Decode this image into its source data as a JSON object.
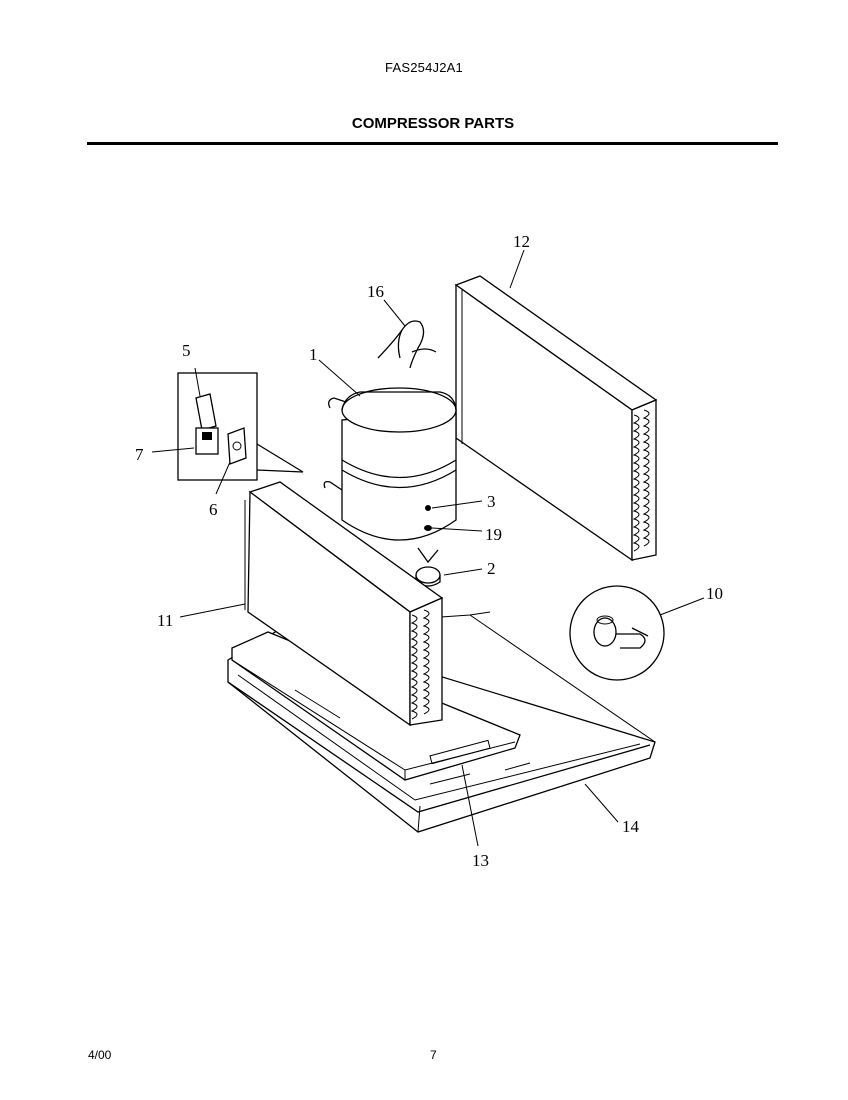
{
  "header": {
    "model": "FAS254J2A1",
    "title": "COMPRESSOR PARTS"
  },
  "callouts": {
    "c1": "1",
    "c2": "2",
    "c3": "3",
    "c5": "5",
    "c6": "6",
    "c7": "7",
    "c10": "10",
    "c11": "11",
    "c12": "12",
    "c13": "13",
    "c14": "14",
    "c16": "16",
    "c19": "19"
  },
  "footer": {
    "date": "4/00",
    "page": "7"
  }
}
